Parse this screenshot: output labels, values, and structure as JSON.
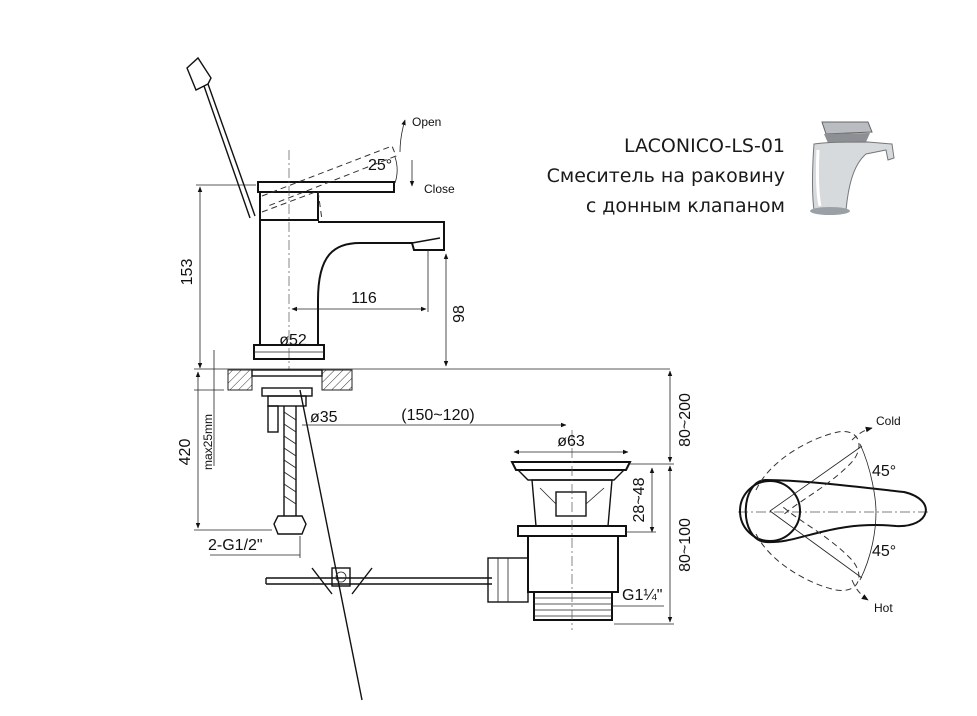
{
  "header": {
    "model": "LACONICO-LS-01",
    "line1": "Смеситель на раковину",
    "line2": "с донным клапаном"
  },
  "labels": {
    "open": "Open",
    "close": "Close",
    "angle_lever": "25°",
    "cold": "Cold",
    "hot": "Hot",
    "angle_cold": "45°",
    "angle_hot": "45°",
    "max_thickness": "max25mm"
  },
  "dimensions": {
    "height_153": "153",
    "reach_116": "116",
    "spout_98": "98",
    "base_d52": "ø52",
    "shank_d35": "ø35",
    "hose_420": "420",
    "connection": "2-G1/2\"",
    "offset_range": "(150~120)",
    "waste_d63": "ø63",
    "waste_80_200": "80~200",
    "waste_28_48": "28~48",
    "waste_80_100": "80~100",
    "thread_g114": "G1¼\""
  },
  "colors": {
    "line": "#111111",
    "text": "#111111"
  }
}
